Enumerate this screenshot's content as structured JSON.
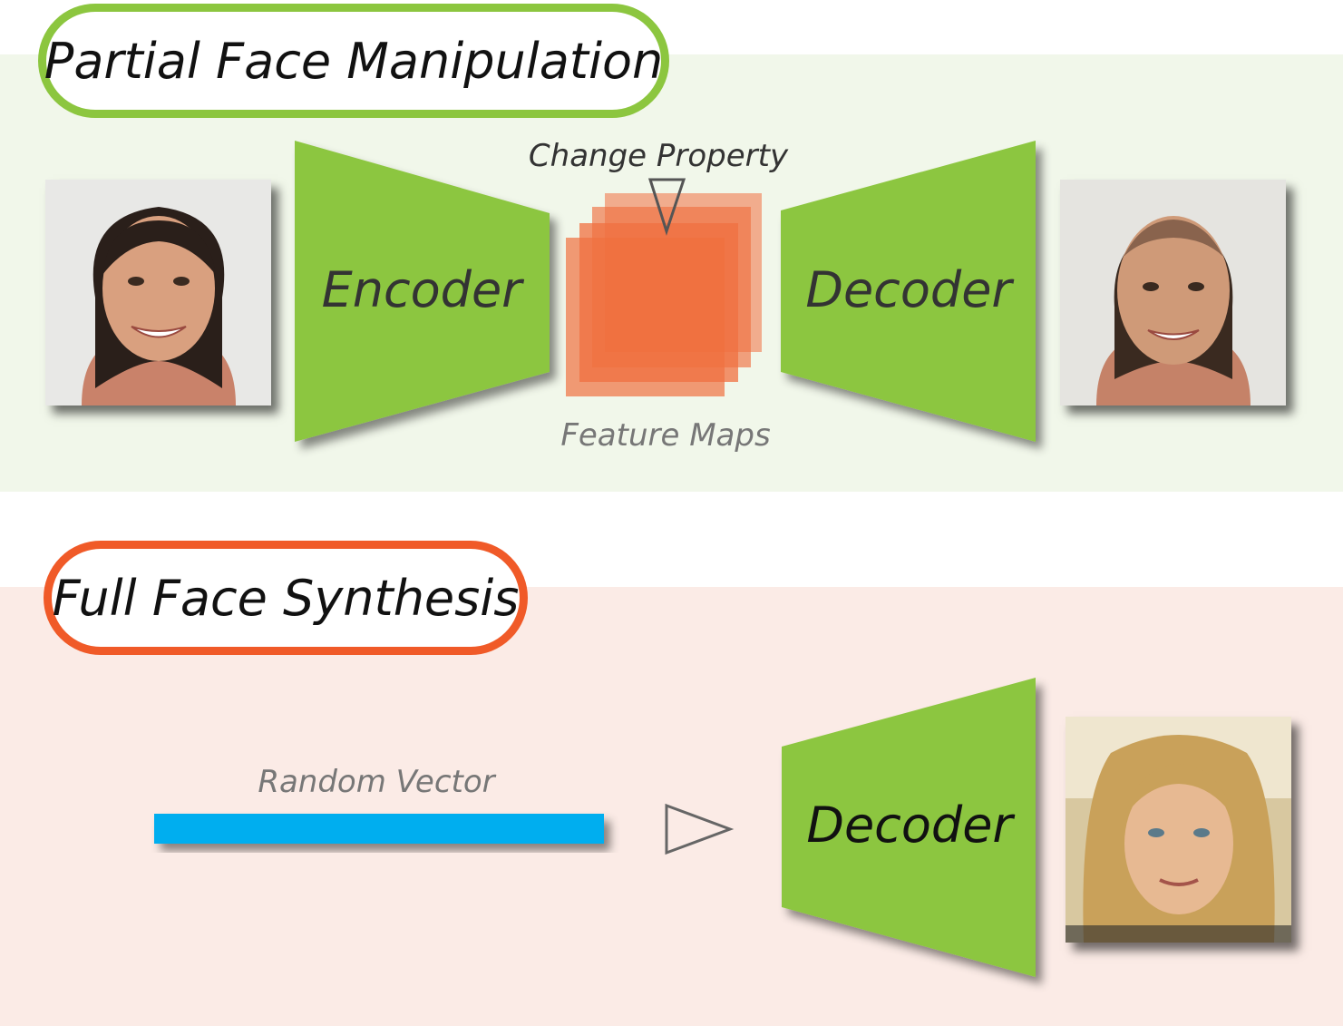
{
  "sections": {
    "manipulation": {
      "title": "Partial Face Manipulation",
      "encoder_label": "Encoder",
      "decoder_label": "Decoder",
      "change_label": "Change Property",
      "feature_label": "Feature Maps"
    },
    "synthesis": {
      "title": "Full Face Synthesis",
      "vector_label": "Random Vector",
      "decoder_label": "Decoder"
    }
  },
  "colors": {
    "green": "#8cc63f",
    "orange": "#f05a28",
    "feature_orange": "#f07040",
    "vector_blue": "#00aeef",
    "band_green": "#f1f7ea",
    "band_pink": "#fbebe6"
  }
}
